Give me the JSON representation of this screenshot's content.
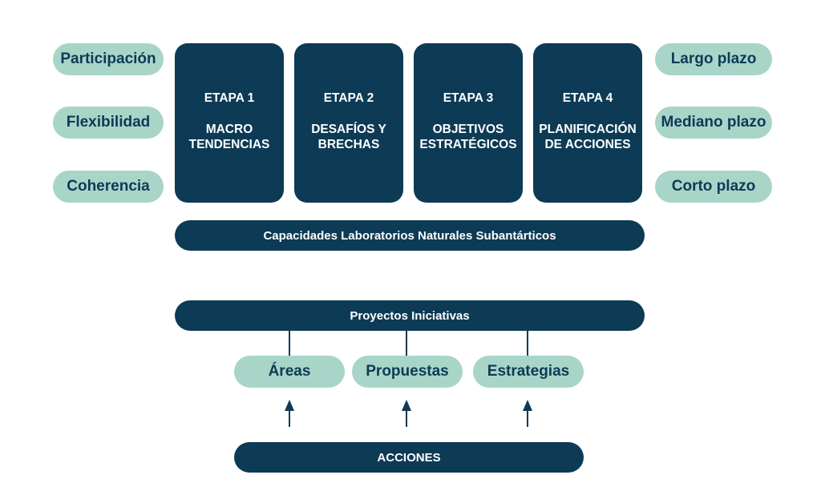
{
  "principles": [
    "Participación",
    "Flexibilidad",
    "Coherencia"
  ],
  "horizons": [
    "Largo plazo",
    "Mediano plazo",
    "Corto plazo"
  ],
  "stages": [
    {
      "num": "ETAPA 1",
      "title": "MACRO\nTENDENCIAS"
    },
    {
      "num": "ETAPA 2",
      "title": "DESAFÍOS Y\nBRECHAS"
    },
    {
      "num": "ETAPA 3",
      "title": "OBJETIVOS\nESTRATÉGICOS"
    },
    {
      "num": "ETAPA 4",
      "title": "PLANIFICACIÓN\nDE ACCIONES"
    }
  ],
  "capacities_bar": "Capacidades Laboratorios Naturales Subantárticos",
  "projects_bar": "Proyectos Iniciativas",
  "middle_items": [
    "Áreas",
    "Propuestas",
    "Estrategias"
  ],
  "actions_bar": "ACCIONES",
  "colors": {
    "dark": "#0d3a55",
    "light": "#a8d5c8"
  }
}
